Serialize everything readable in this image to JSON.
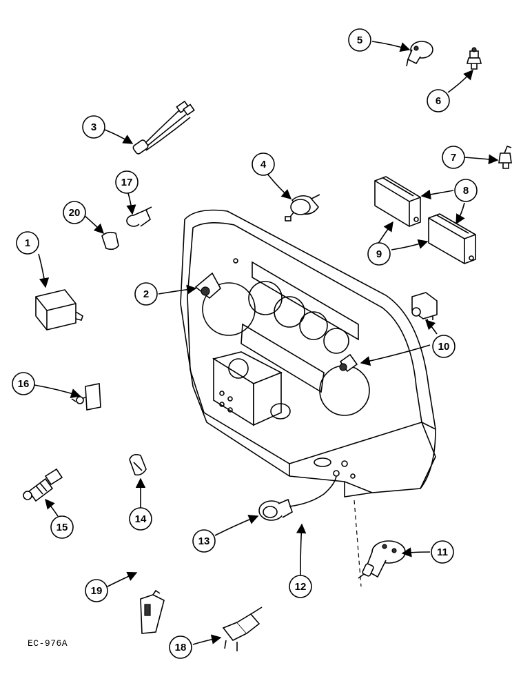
{
  "figure_code": "EC-976A",
  "callouts": {
    "c1": "1",
    "c2": "2",
    "c3": "3",
    "c4": "4",
    "c5": "5",
    "c6": "6",
    "c7": "7",
    "c8": "8",
    "c9": "9",
    "c10": "10",
    "c11": "11",
    "c12": "12",
    "c13": "13",
    "c14": "14",
    "c15": "15",
    "c16": "16",
    "c17": "17",
    "c18": "18",
    "c19": "19",
    "c20": "20"
  }
}
